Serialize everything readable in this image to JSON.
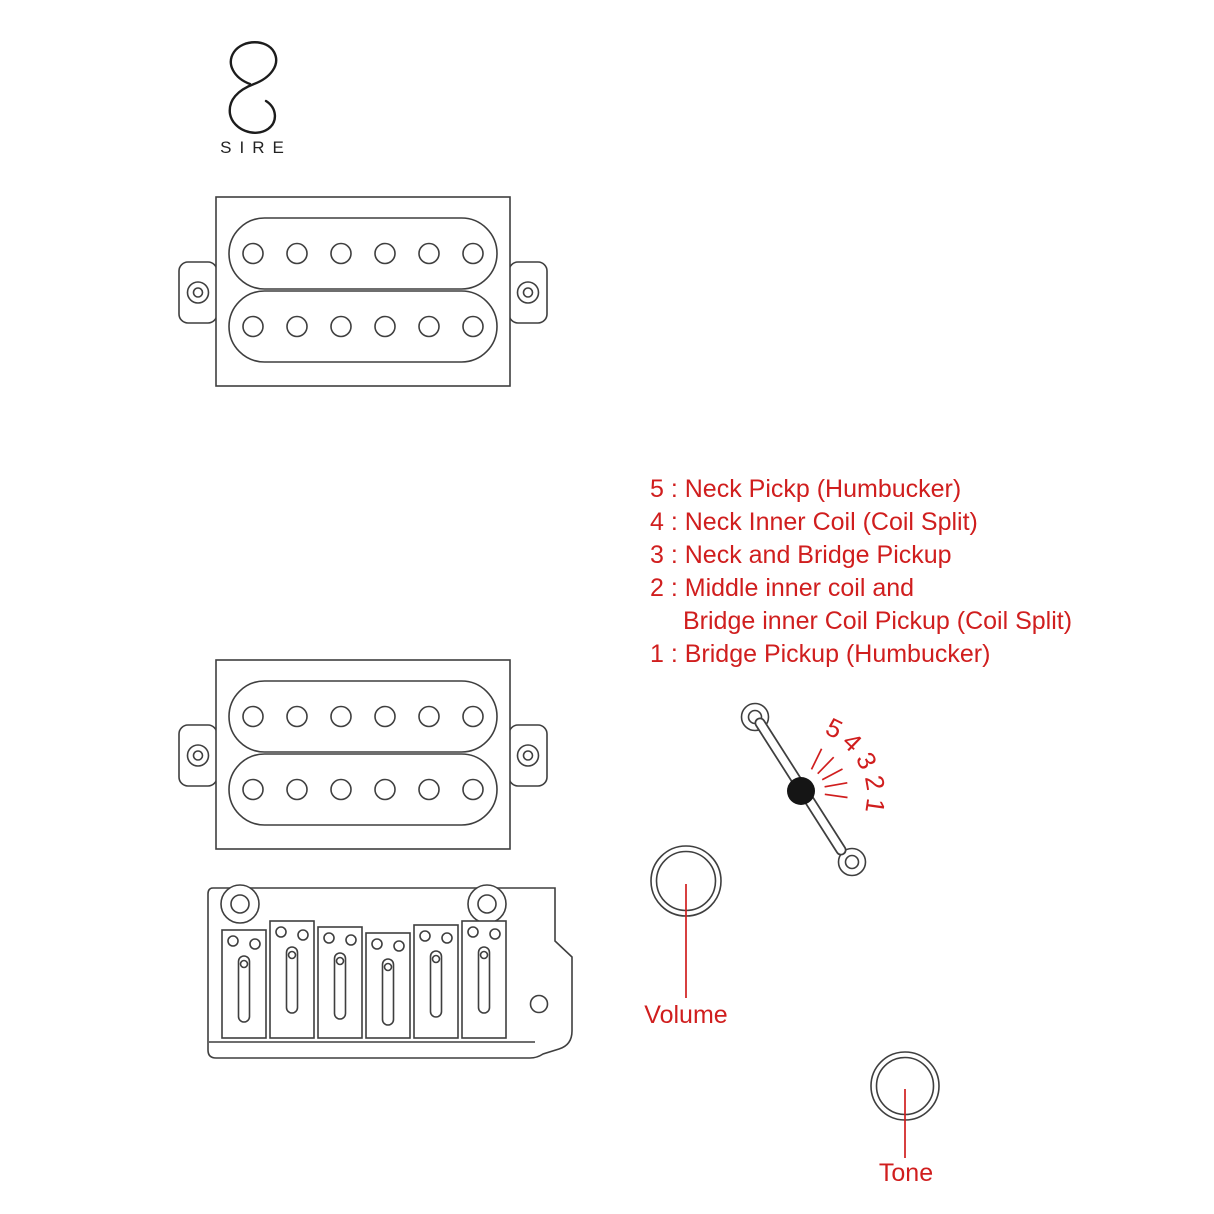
{
  "brand": {
    "name": "SIRE"
  },
  "colors": {
    "accent_red": "#d01e1e",
    "line": "#3f3f3f"
  },
  "legend": {
    "lines": [
      "5 : Neck Pickp (Humbucker)",
      "4 : Neck Inner Coil (Coil Split)",
      "3 : Neck and Bridge Pickup",
      "2 : Middle inner coil and",
      "Bridge inner Coil Pickup (Coil Split)",
      "1 : Bridge Pickup (Humbucker)"
    ]
  },
  "selector": {
    "positions": [
      "5",
      "4",
      "3",
      "2",
      "1"
    ]
  },
  "controls": {
    "volume_label": "Volume",
    "tone_label": "Tone"
  }
}
